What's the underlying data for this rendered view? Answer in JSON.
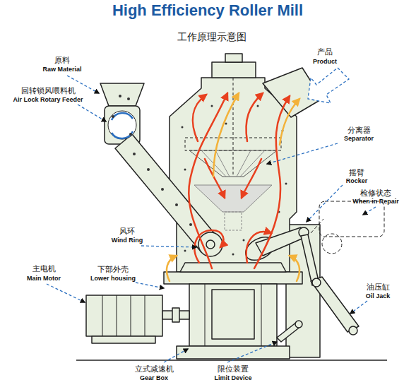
{
  "diagram": {
    "title": "High Efficiency Roller Mill",
    "labels": [
      "工作原理示意图",
      "原料",
      "Raw Material",
      "回转锁风喂料机",
      "Air Lock Rotary Feeder",
      "产品",
      "Product",
      "分离器",
      "Separator",
      "摇臂",
      "Rocker",
      "检修状态",
      "When in Repair",
      "风环",
      "Wind Ring",
      "主电机",
      "Main Motor",
      "下部外壳",
      "Lower housing",
      "油压缸",
      "Oil Jack",
      "立式减速机",
      "Gear Box",
      "限位装置",
      "Limit Device"
    ]
  }
}
